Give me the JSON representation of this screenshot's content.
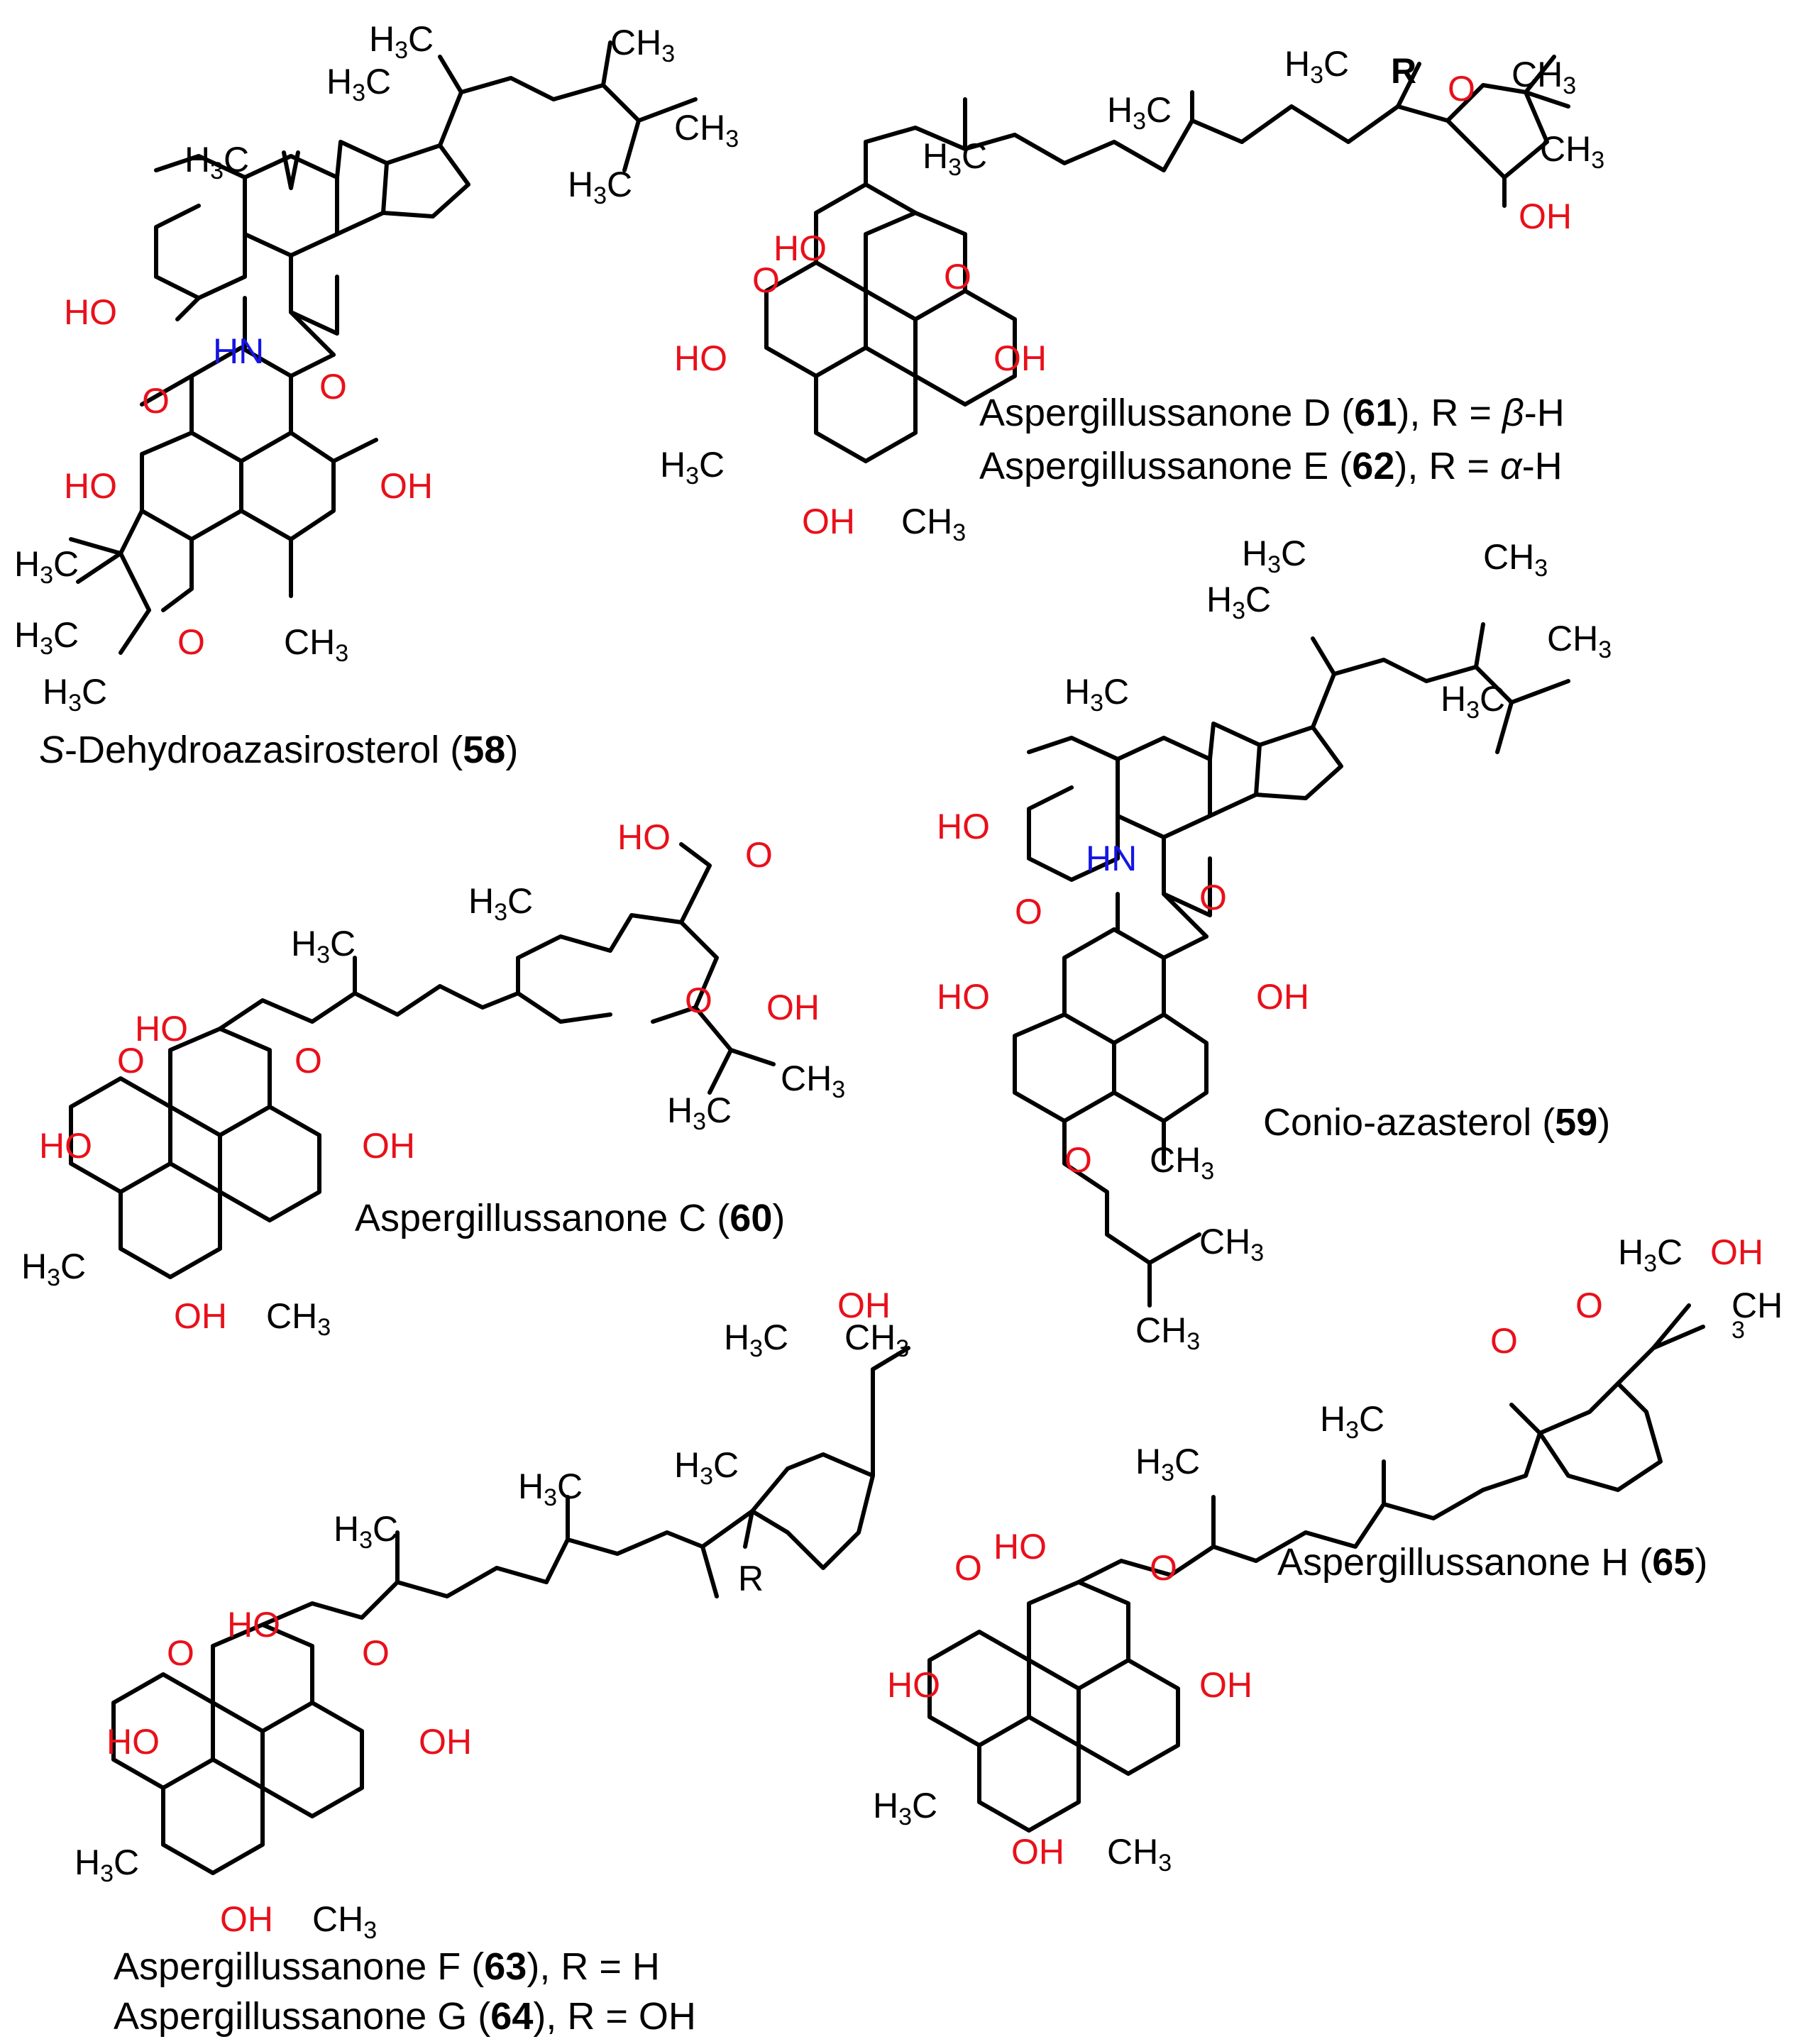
{
  "atom_labels": {
    "h3c": "H3C",
    "ch3": "CH3",
    "ho": "HO",
    "oh": "OH",
    "o": "O",
    "hn": "HN",
    "r": "R",
    "ch3_split_top": "CH",
    "ch3_split_sub": "3"
  },
  "compounds": [
    {
      "id": "58",
      "italic_prefix": "S",
      "name": "-Dehydroazasirosterol ("
    },
    {
      "id": "59",
      "name": "Conio-azasterol ("
    },
    {
      "id": "60",
      "name": "Aspergillussanone C ("
    },
    {
      "id": "61",
      "name": "Aspergillussanone D (",
      "suffix": "), R = ",
      "greek": "β",
      "tail": "-H"
    },
    {
      "id": "62",
      "name": "Aspergillussanone E (",
      "suffix": "), R = ",
      "greek": "α",
      "tail": "-H"
    },
    {
      "id": "63",
      "name": "Aspergillussanone F (",
      "suffix": "), R = H"
    },
    {
      "id": "64",
      "name": "Aspergillussanone G (",
      "suffix": "), R = OH"
    },
    {
      "id": "65",
      "name": "Aspergillussanone H ("
    }
  ],
  "colors": {
    "bond": "#000000",
    "oxygen": "#e8101a",
    "nitrogen": "#1515e6"
  }
}
